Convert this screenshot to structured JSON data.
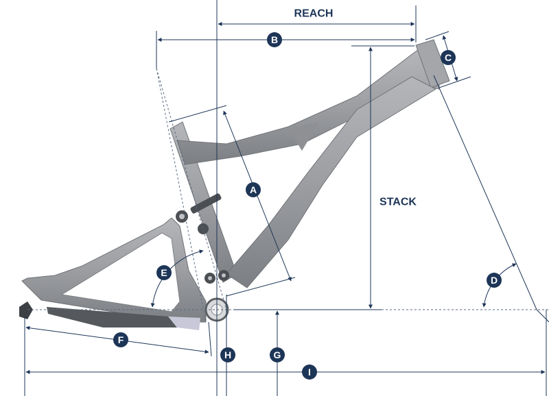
{
  "dimensions": {
    "reach": "REACH",
    "stack": "STACK",
    "b": "B",
    "c": "C",
    "a": "A",
    "d": "D",
    "e": "E",
    "f": "F",
    "g": "G",
    "h": "H",
    "i": "I"
  },
  "colors": {
    "frame": "#9a9ca0",
    "frame_dark": "#6f7276",
    "dim_line": "#1d3557",
    "badge": "#1d3557"
  }
}
